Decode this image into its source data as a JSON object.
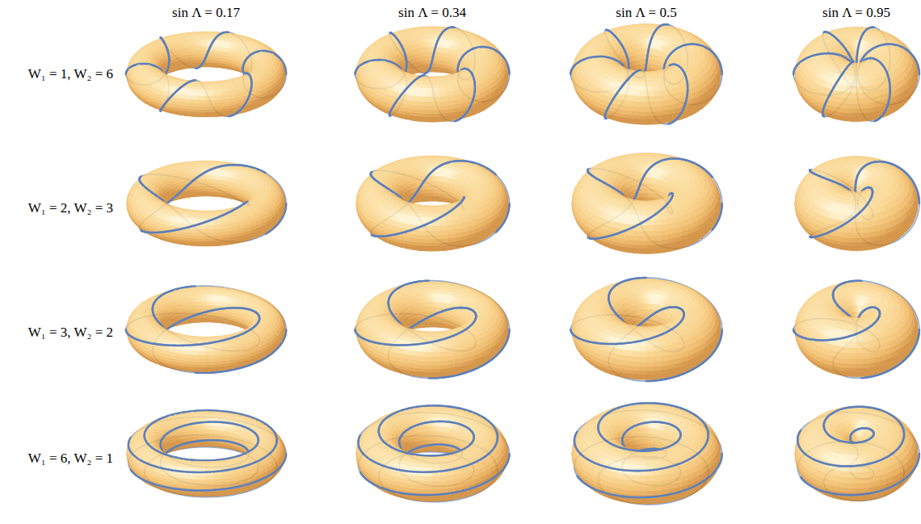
{
  "diagram": {
    "labels": [
      "sin Λ = 0.17",
      "sin Λ = 0.34",
      "sin Λ = 0.5",
      "sin Λ = 0.95",
      "W₁ = 1, W₂ = 6",
      "W₁ = 2, W₂ = 3",
      "W₁ = 3, W₂ = 2",
      "W₁ = 6, W₂ = 1"
    ]
  }
}
